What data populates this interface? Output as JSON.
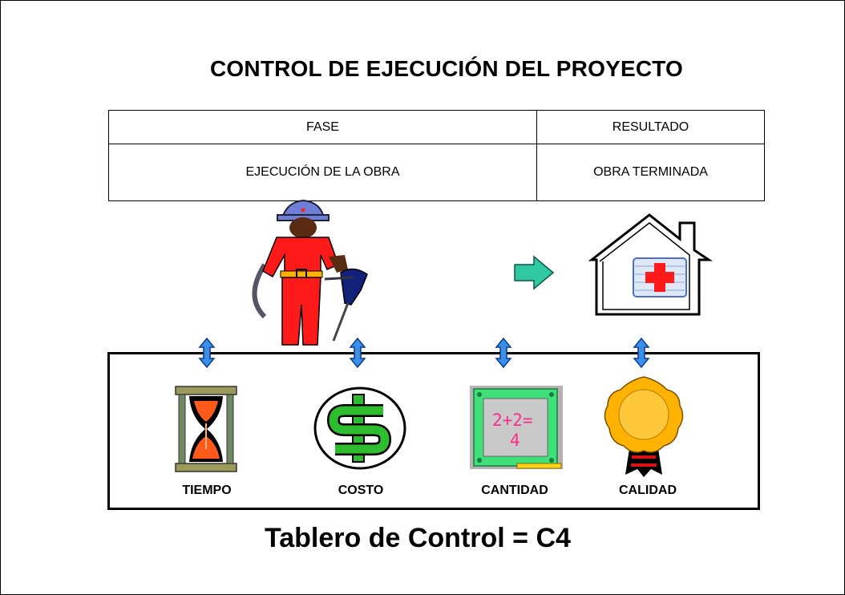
{
  "title": "CONTROL DE EJECUCIÓN DEL PROYECTO",
  "table": {
    "headers": [
      "FASE",
      "RESULTADO"
    ],
    "row": [
      "EJECUCIÓN DE LA OBRA",
      "OBRA TERMINADA"
    ]
  },
  "indicators": [
    {
      "label": "TIEMPO",
      "icon": "hourglass-icon"
    },
    {
      "label": "COSTO",
      "icon": "dollar-icon"
    },
    {
      "label": "CANTIDAD",
      "icon": "chalkboard-icon",
      "board_text_1": "2+2=",
      "board_text_2": "4"
    },
    {
      "label": "CALIDAD",
      "icon": "medal-icon"
    }
  ],
  "subtitle": "Tablero de Control = C4",
  "colors": {
    "arrow_blue": "#3b8fe8",
    "arrow_teal": "#2ec9a0",
    "worker_red": "#ff1a1a",
    "dollar_green": "#2ebd2e",
    "medal_gold": "#ffb300",
    "cross_red": "#ff1a1a"
  }
}
